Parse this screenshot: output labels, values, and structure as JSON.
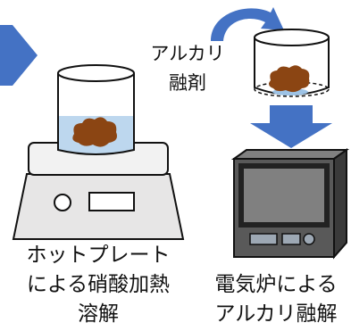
{
  "labels": {
    "flux_line1": "アルカリ",
    "flux_line2": "融剤"
  },
  "captions": {
    "hotplate": [
      "ホットプレート",
      "による硝酸加熱",
      "溶解"
    ],
    "furnace": [
      "電気炉による",
      "アルカリ融解"
    ]
  },
  "colors": {
    "arrow_blue": "#4472C4",
    "sample_brown": "#8B4513",
    "solution_blue": "#BDD7EE",
    "hotplate_body": "#E7E6E6",
    "furnace_body": "#595959",
    "furnace_window": "#808080"
  }
}
